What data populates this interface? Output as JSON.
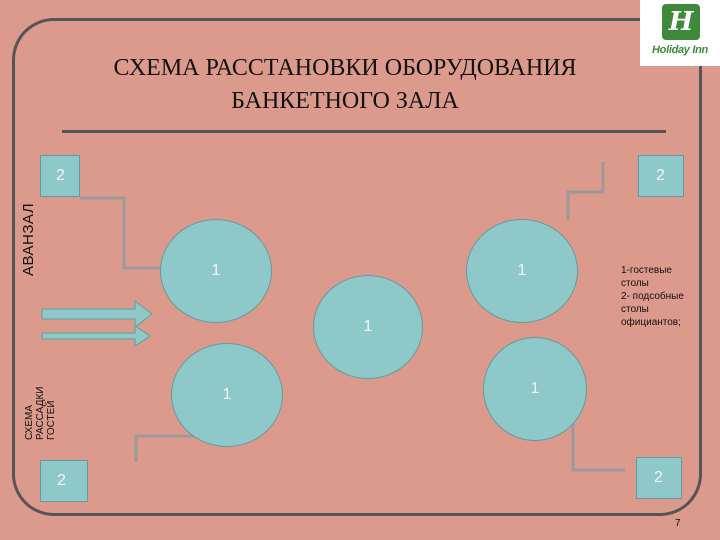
{
  "logo": {
    "mark": "H",
    "text": "Holiday Inn"
  },
  "title": {
    "line1": "СХЕМА РАССТАНОВКИ ОБОРУДОВАНИЯ",
    "line2": "БАНКЕТНОГО  ЗАЛА"
  },
  "labels": {
    "foyer": "АВАНЗАЛ",
    "seating_scheme": "СХЕМА\nРАССАДКИ\nГОСТЕЙ"
  },
  "tables": {
    "service_1": "2",
    "service_2": "2",
    "service_3": "2",
    "service_4": "2",
    "guest_1": "1",
    "guest_2": "1",
    "guest_3": "1",
    "guest_4": "1",
    "guest_5": "1"
  },
  "legend": {
    "guest": "1-гостевые\nстолы",
    "service": "2- подсобные\nстолы\nофициантов;"
  },
  "page_number": "7",
  "colors": {
    "background": "#dc9a8c",
    "table_fill": "#8fc8c9",
    "frame": "#555555",
    "brand_green": "#3e8a3a"
  }
}
